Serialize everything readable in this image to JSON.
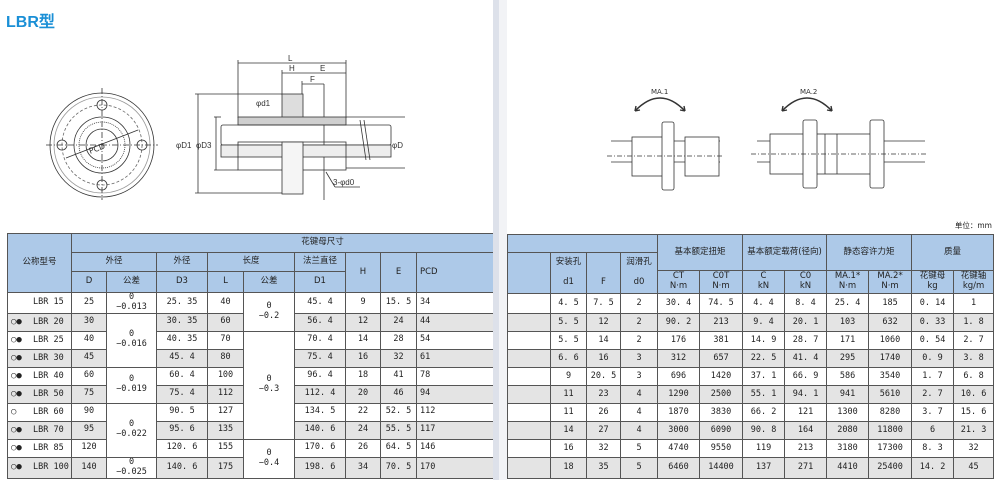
{
  "title": "LBR型",
  "unit_label": "单位：mm",
  "drawing": {
    "L": "L",
    "H": "H",
    "E": "E",
    "F": "F",
    "d1": "φd1",
    "D1": "φD1",
    "D3": "φD3",
    "D": "φD",
    "d0": "3-φd0",
    "pcd": "PCD",
    "ma1": "MA.1",
    "ma2": "MA.2"
  },
  "headers": {
    "model": "公称型号",
    "nut_dims": "花键母尺寸",
    "outer_dia": "外径",
    "outer_dia2": "外径",
    "length": "长度",
    "flange_dia": "法兰直径",
    "D": "D",
    "tol": "公差",
    "D3": "D3",
    "L": "L",
    "tol2": "公差",
    "D1": "D1",
    "H": "H",
    "E": "E",
    "PCD": "PCD",
    "mount_hole": "安装孔",
    "d1": "d1",
    "F": "F",
    "lube_hole": "润滑孔",
    "d0": "d0",
    "torque": "基本额定扭矩",
    "Ct": "CT",
    "Ct_unit": "N·m",
    "C0t": "C0T",
    "C0t_unit": "N·m",
    "load": "基本额定载荷(径向)",
    "C": "C",
    "C_unit": "kN",
    "C0": "C0",
    "C0_unit": "kN",
    "moment": "静态容许力矩",
    "MA1": "MA.1*",
    "MA1_unit": "N·m",
    "MA2": "MA.2*",
    "MA2_unit": "N·m",
    "mass": "质量",
    "nut": "花键母",
    "nut_unit": "kg",
    "shaft": "花键轴",
    "shaft_unit": "kg/m"
  },
  "d_tol_groups": [
    {
      "span": 1,
      "upper": "0",
      "lower": "−0.013"
    },
    {
      "span": 3,
      "upper": "0",
      "lower": "−0.016"
    },
    {
      "span": 2,
      "upper": "0",
      "lower": "−0.019"
    },
    {
      "span": 3,
      "upper": "0",
      "lower": "−0.022"
    },
    {
      "span": 1,
      "upper": "0",
      "lower": "−0.025"
    }
  ],
  "l_tol_groups": [
    {
      "span": 2,
      "upper": "0",
      "lower": "−0.2"
    },
    {
      "span": 6,
      "upper": "0",
      "lower": "−0.3"
    },
    {
      "span": 2,
      "upper": "0",
      "lower": "−0.4"
    }
  ],
  "rows": [
    {
      "marks": "",
      "model": "LBR 15",
      "D": "25",
      "D3": "25. 35",
      "L": "40",
      "D1": "45. 4",
      "H": "9",
      "E": "15. 5",
      "PCD": "34",
      "d1": "4. 5",
      "F": "7. 5",
      "d0": "2",
      "Ct": "30. 4",
      "C0t": "74. 5",
      "C": "4. 4",
      "C0": "8. 4",
      "MA1": "25. 4",
      "MA2": "185",
      "nut_kg": "0. 14",
      "shaft_kgm": "1"
    },
    {
      "marks": "○●",
      "model": "LBR 20",
      "D": "30",
      "D3": "30. 35",
      "L": "60",
      "D1": "56. 4",
      "H": "12",
      "E": "24",
      "PCD": "44",
      "d1": "5. 5",
      "F": "12",
      "d0": "2",
      "Ct": "90. 2",
      "C0t": "213",
      "C": "9. 4",
      "C0": "20. 1",
      "MA1": "103",
      "MA2": "632",
      "nut_kg": "0. 33",
      "shaft_kgm": "1. 8"
    },
    {
      "marks": "○●",
      "model": "LBR 25",
      "D": "40",
      "D3": "40. 35",
      "L": "70",
      "D1": "70. 4",
      "H": "14",
      "E": "28",
      "PCD": "54",
      "d1": "5. 5",
      "F": "14",
      "d0": "2",
      "Ct": "176",
      "C0t": "381",
      "C": "14. 9",
      "C0": "28. 7",
      "MA1": "171",
      "MA2": "1060",
      "nut_kg": "0. 54",
      "shaft_kgm": "2. 7"
    },
    {
      "marks": "○●",
      "model": "LBR 30",
      "D": "45",
      "D3": "45. 4",
      "L": "80",
      "D1": "75. 4",
      "H": "16",
      "E": "32",
      "PCD": "61",
      "d1": "6. 6",
      "F": "16",
      "d0": "3",
      "Ct": "312",
      "C0t": "657",
      "C": "22. 5",
      "C0": "41. 4",
      "MA1": "295",
      "MA2": "1740",
      "nut_kg": "0. 9",
      "shaft_kgm": "3. 8"
    },
    {
      "marks": "○●",
      "model": "LBR 40",
      "D": "60",
      "D3": "60. 4",
      "L": "100",
      "D1": "96. 4",
      "H": "18",
      "E": "41",
      "PCD": "78",
      "d1": "9",
      "F": "20. 5",
      "d0": "3",
      "Ct": "696",
      "C0t": "1420",
      "C": "37. 1",
      "C0": "66. 9",
      "MA1": "586",
      "MA2": "3540",
      "nut_kg": "1. 7",
      "shaft_kgm": "6. 8"
    },
    {
      "marks": "○●",
      "model": "LBR 50",
      "D": "75",
      "D3": "75. 4",
      "L": "112",
      "D1": "112. 4",
      "H": "20",
      "E": "46",
      "PCD": "94",
      "d1": "11",
      "F": "23",
      "d0": "4",
      "Ct": "1290",
      "C0t": "2500",
      "C": "55. 1",
      "C0": "94. 1",
      "MA1": "941",
      "MA2": "5610",
      "nut_kg": "2. 7",
      "shaft_kgm": "10. 6"
    },
    {
      "marks": "○",
      "model": "LBR 60",
      "D": "90",
      "D3": "90. 5",
      "L": "127",
      "D1": "134. 5",
      "H": "22",
      "E": "52. 5",
      "PCD": "112",
      "d1": "11",
      "F": "26",
      "d0": "4",
      "Ct": "1870",
      "C0t": "3830",
      "C": "66. 2",
      "C0": "121",
      "MA1": "1300",
      "MA2": "8280",
      "nut_kg": "3. 7",
      "shaft_kgm": "15. 6"
    },
    {
      "marks": "○●",
      "model": "LBR 70",
      "D": "95",
      "D3": "95. 6",
      "L": "135",
      "D1": "140. 6",
      "H": "24",
      "E": "55. 5",
      "PCD": "117",
      "d1": "14",
      "F": "27",
      "d0": "4",
      "Ct": "3000",
      "C0t": "6090",
      "C": "90. 8",
      "C0": "164",
      "MA1": "2080",
      "MA2": "11800",
      "nut_kg": "6",
      "shaft_kgm": "21. 3"
    },
    {
      "marks": "○●",
      "model": "LBR 85",
      "D": "120",
      "D3": "120. 6",
      "L": "155",
      "D1": "170. 6",
      "H": "26",
      "E": "64. 5",
      "PCD": "146",
      "d1": "16",
      "F": "32",
      "d0": "5",
      "Ct": "4740",
      "C0t": "9550",
      "C": "119",
      "C0": "213",
      "MA1": "3180",
      "MA2": "17300",
      "nut_kg": "8. 3",
      "shaft_kgm": "32"
    },
    {
      "marks": "○●",
      "model": "LBR 100",
      "D": "140",
      "D3": "140. 6",
      "L": "175",
      "D1": "198. 6",
      "H": "34",
      "E": "70. 5",
      "PCD": "170",
      "d1": "18",
      "F": "35",
      "d0": "5",
      "Ct": "6460",
      "C0t": "14400",
      "C": "137",
      "C0": "271",
      "MA1": "4410",
      "MA2": "25400",
      "nut_kg": "14. 2",
      "shaft_kgm": "45"
    }
  ]
}
